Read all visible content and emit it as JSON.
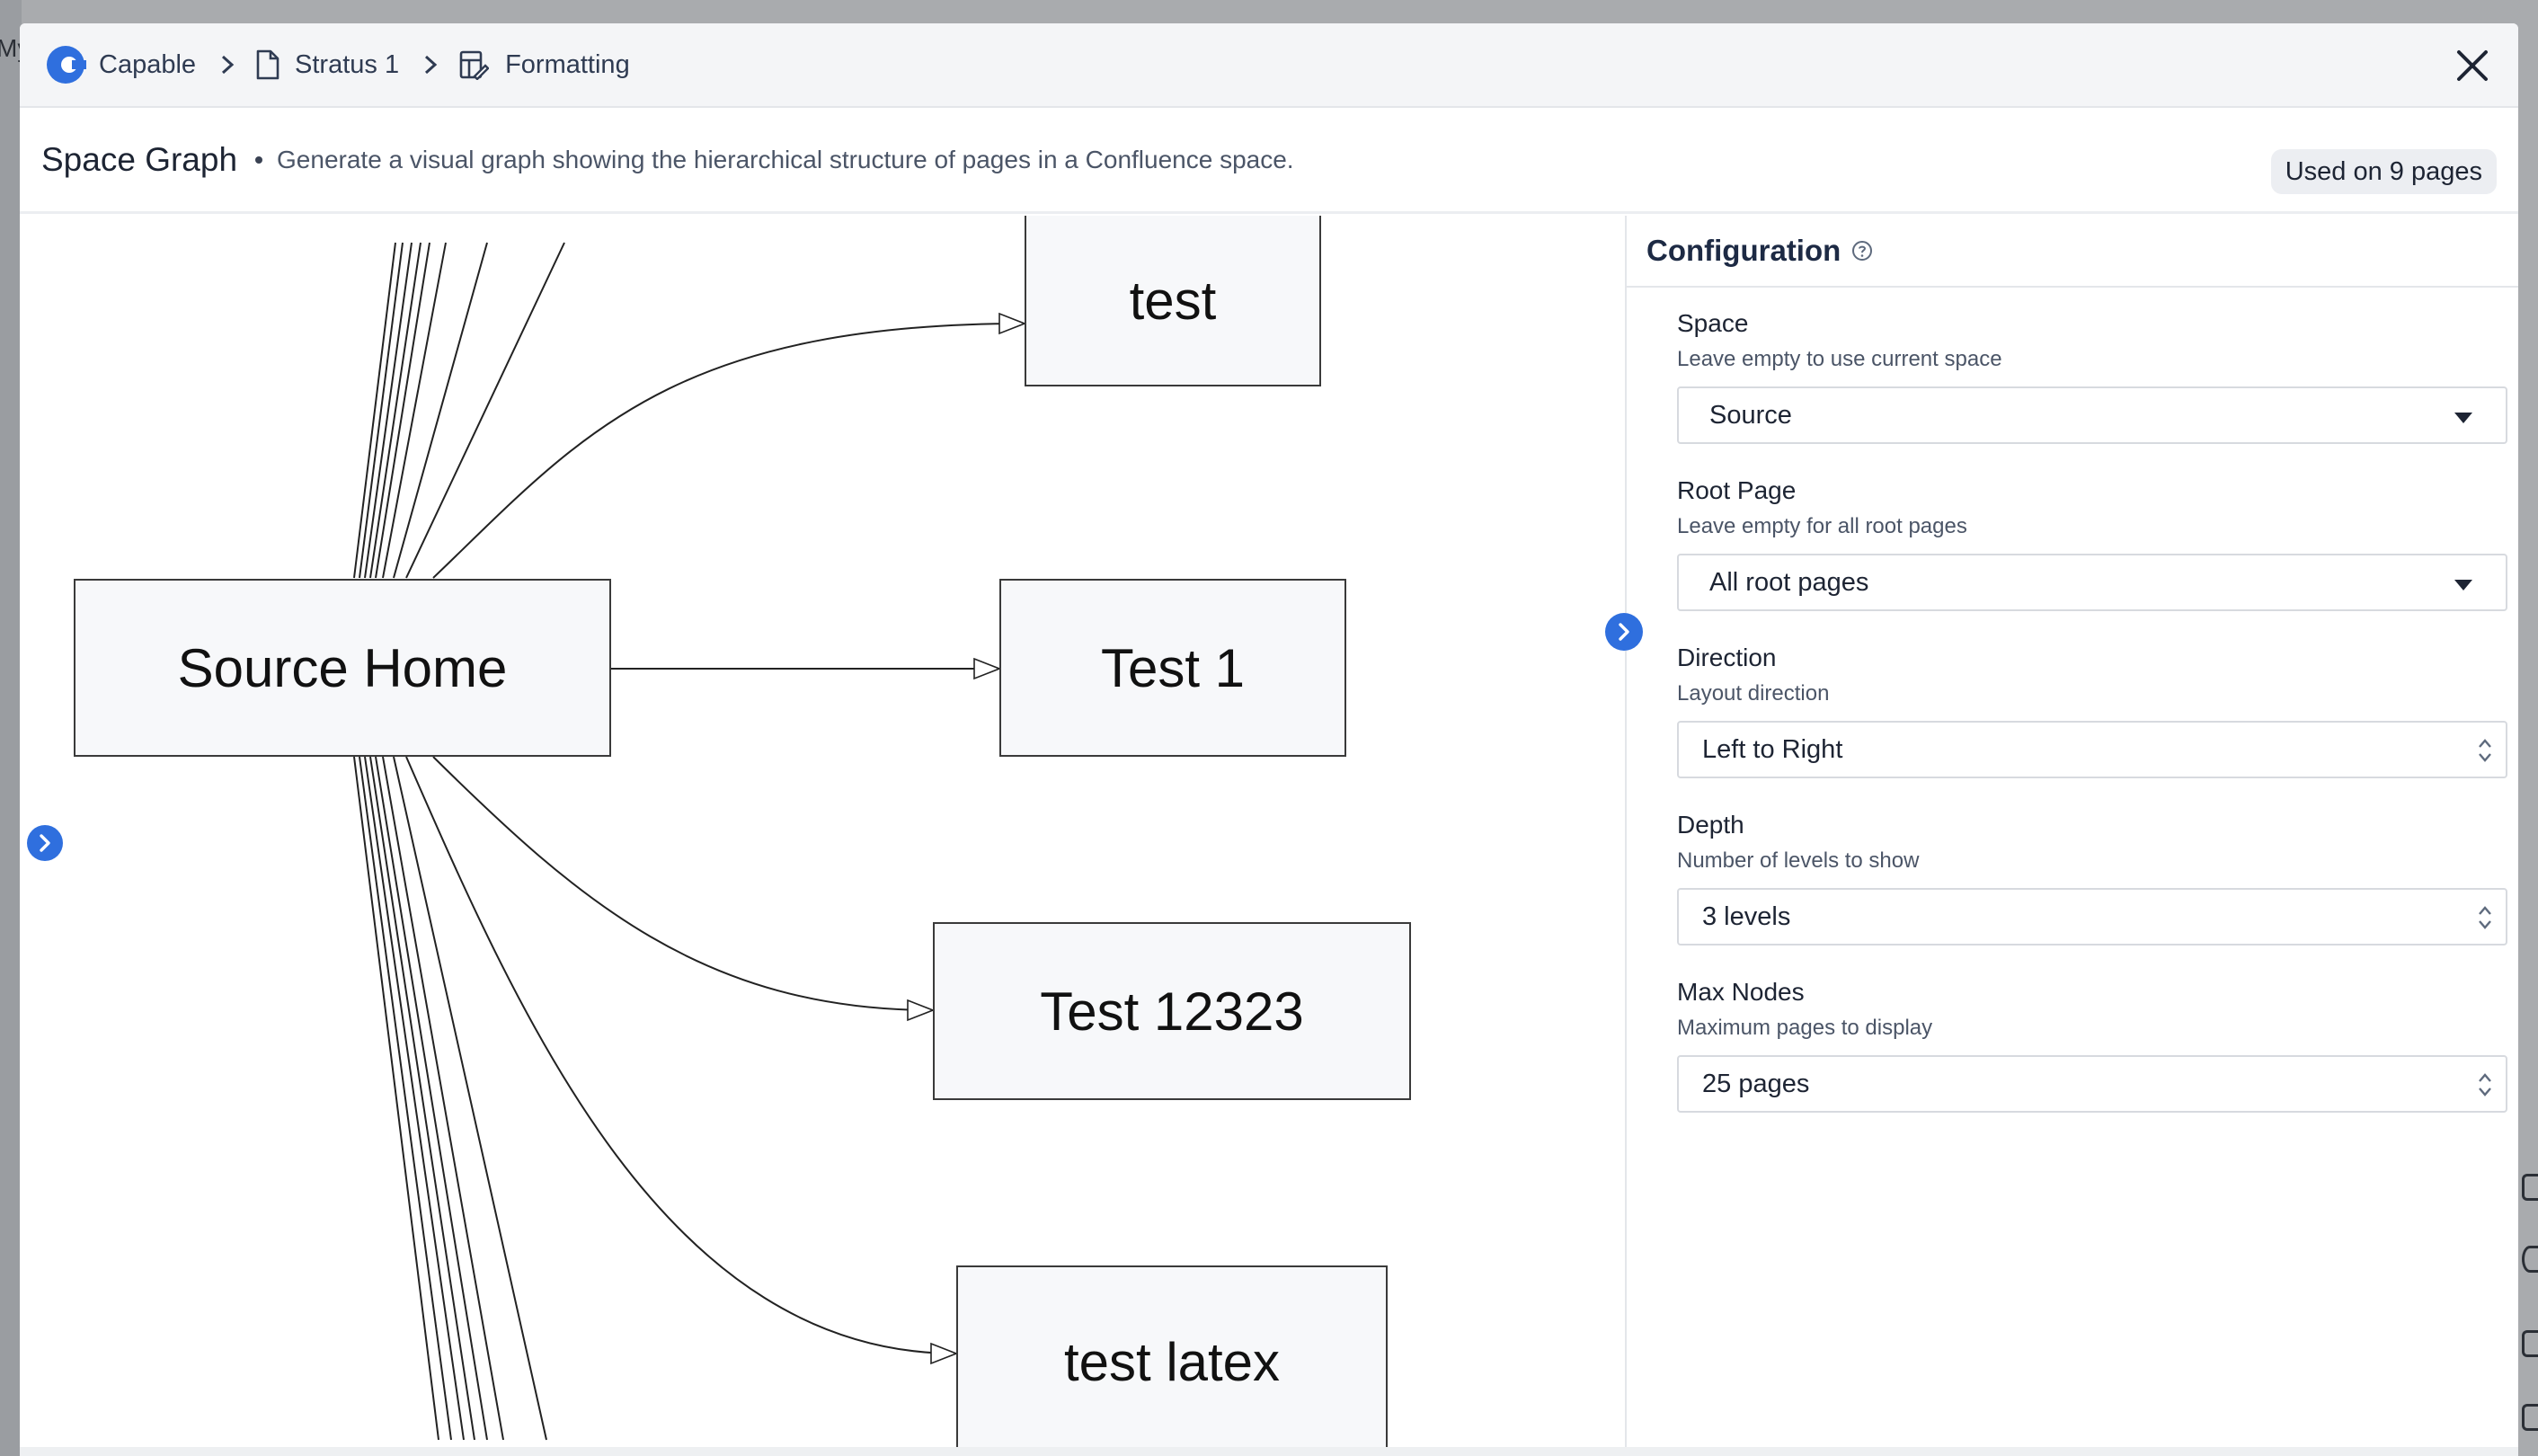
{
  "background": {
    "left_text": "My"
  },
  "breadcrumb": {
    "app": "Capable",
    "page": "Stratus 1",
    "section": "Formatting"
  },
  "macro": {
    "title": "Space Graph",
    "description": "Generate a visual graph showing the hierarchical structure of pages in a Confluence space.",
    "usage": "Used on 9 pages"
  },
  "graph": {
    "root": "Source Home",
    "children": [
      "test",
      "Test 1",
      "Test 12323",
      "test latex"
    ]
  },
  "config": {
    "title": "Configuration",
    "fields": {
      "space": {
        "label": "Space",
        "hint": "Leave empty to use current space",
        "value": "Source"
      },
      "root_page": {
        "label": "Root Page",
        "hint": "Leave empty for all root pages",
        "value": "All root pages"
      },
      "direction": {
        "label": "Direction",
        "hint": "Layout direction",
        "value": "Left to Right"
      },
      "depth": {
        "label": "Depth",
        "hint": "Number of levels to show",
        "value": "3 levels"
      },
      "max_nodes": {
        "label": "Max Nodes",
        "hint": "Maximum pages to display",
        "value": "25 pages"
      }
    }
  },
  "colors": {
    "accent": "#2f6fde",
    "logo": "#2f6fde"
  }
}
